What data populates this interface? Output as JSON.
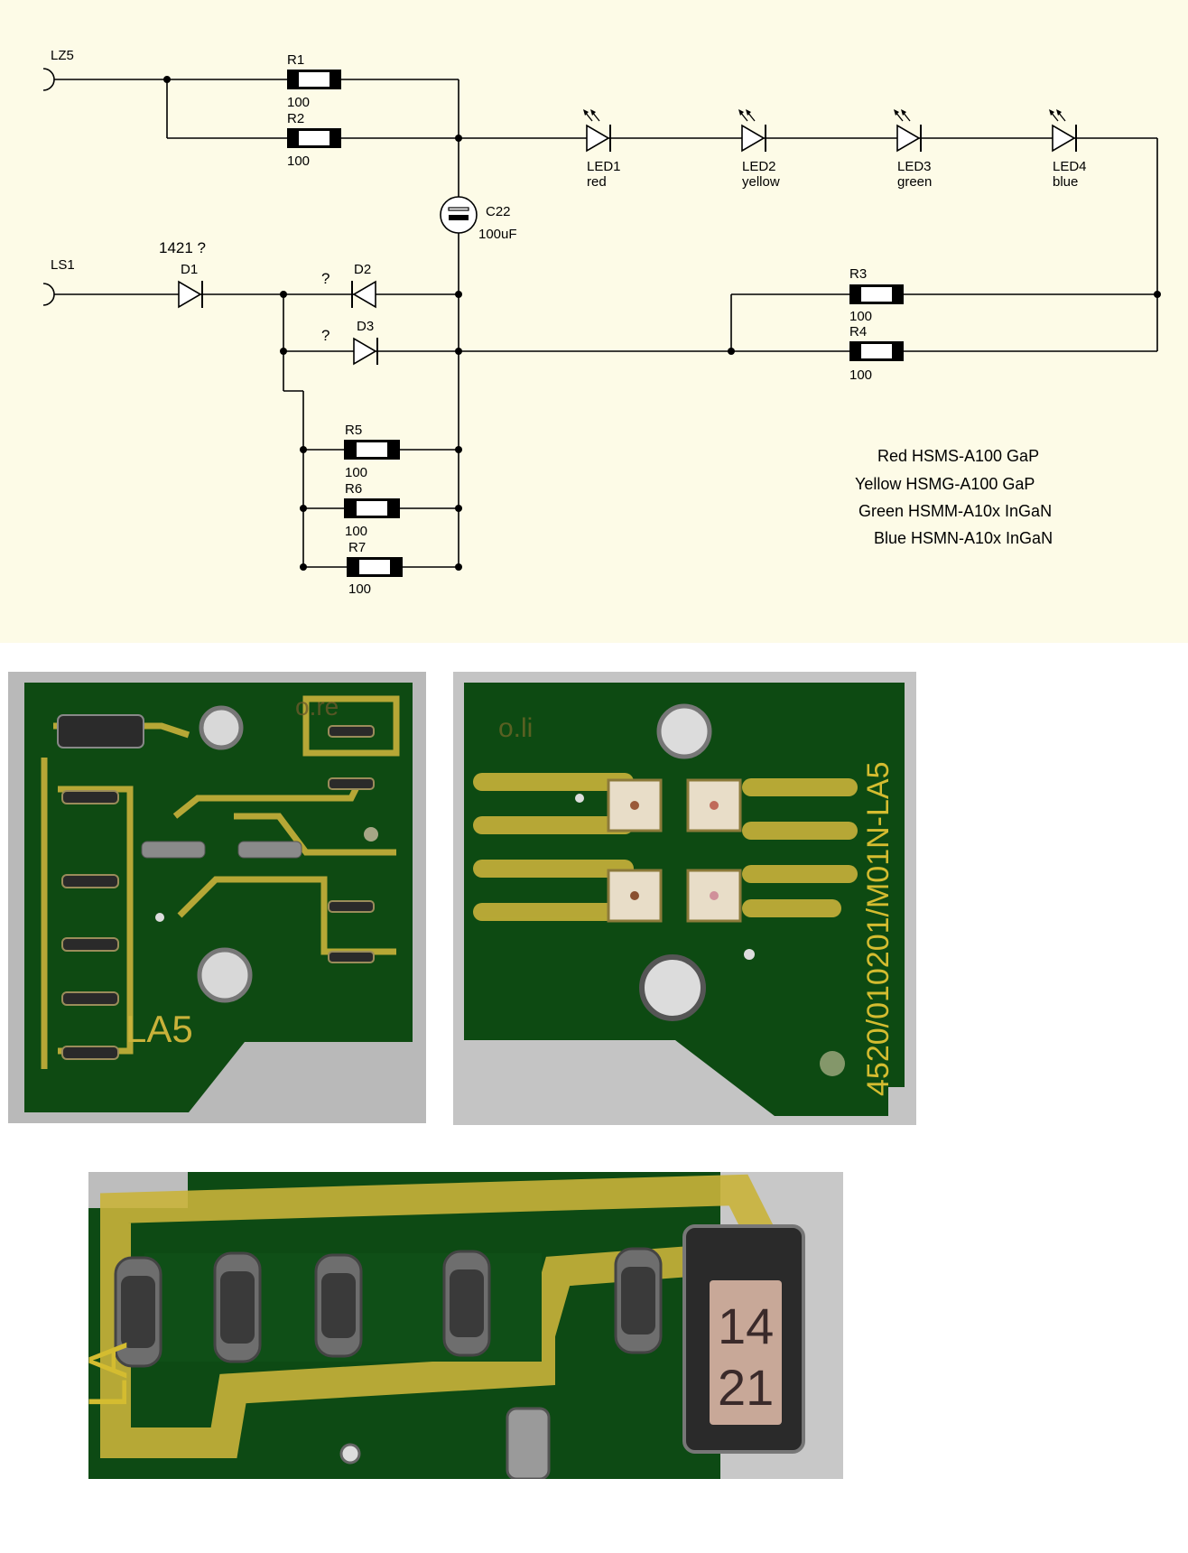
{
  "colors": {
    "schematic_bg": "#fdfbe7",
    "wire": "#000000",
    "pcb_green": "#0e4a12",
    "copper": "#c9b23a",
    "resistor_body": "#000000"
  },
  "connectors": [
    {
      "id": "LZ5",
      "label": "LZ5"
    },
    {
      "id": "LS1",
      "label": "LS1"
    }
  ],
  "resistors": [
    {
      "ref": "R1",
      "value": "100"
    },
    {
      "ref": "R2",
      "value": "100"
    },
    {
      "ref": "R3",
      "value": "100"
    },
    {
      "ref": "R4",
      "value": "100"
    },
    {
      "ref": "R5",
      "value": "100"
    },
    {
      "ref": "R6",
      "value": "100"
    },
    {
      "ref": "R7",
      "value": "100"
    }
  ],
  "capacitor": {
    "ref": "C22",
    "value": "100uF"
  },
  "diodes": [
    {
      "ref": "D1",
      "note": "1421 ?"
    },
    {
      "ref": "D2",
      "note": "?"
    },
    {
      "ref": "D3",
      "note": "?"
    }
  ],
  "leds": [
    {
      "ref": "LED1",
      "color": "red"
    },
    {
      "ref": "LED2",
      "color": "yellow"
    },
    {
      "ref": "LED3",
      "color": "green"
    },
    {
      "ref": "LED4",
      "color": "blue"
    }
  ],
  "notes": [
    "Red HSMS-A100 GaP",
    "Yellow HSMG-A100 GaP",
    "Green HSMM-A10x InGaN",
    "Blue HSMN-A10x InGaN"
  ],
  "photos": {
    "front_board": {
      "silk_top": "o.re",
      "silk_bottom": "LA5"
    },
    "back_board": {
      "silk_top": "o.li",
      "silk_edge": "4520/010201/M01N-LA5"
    },
    "closeup": {
      "chip_marking_top": "14",
      "chip_marking_bottom": "21",
      "silk": "LA"
    }
  }
}
